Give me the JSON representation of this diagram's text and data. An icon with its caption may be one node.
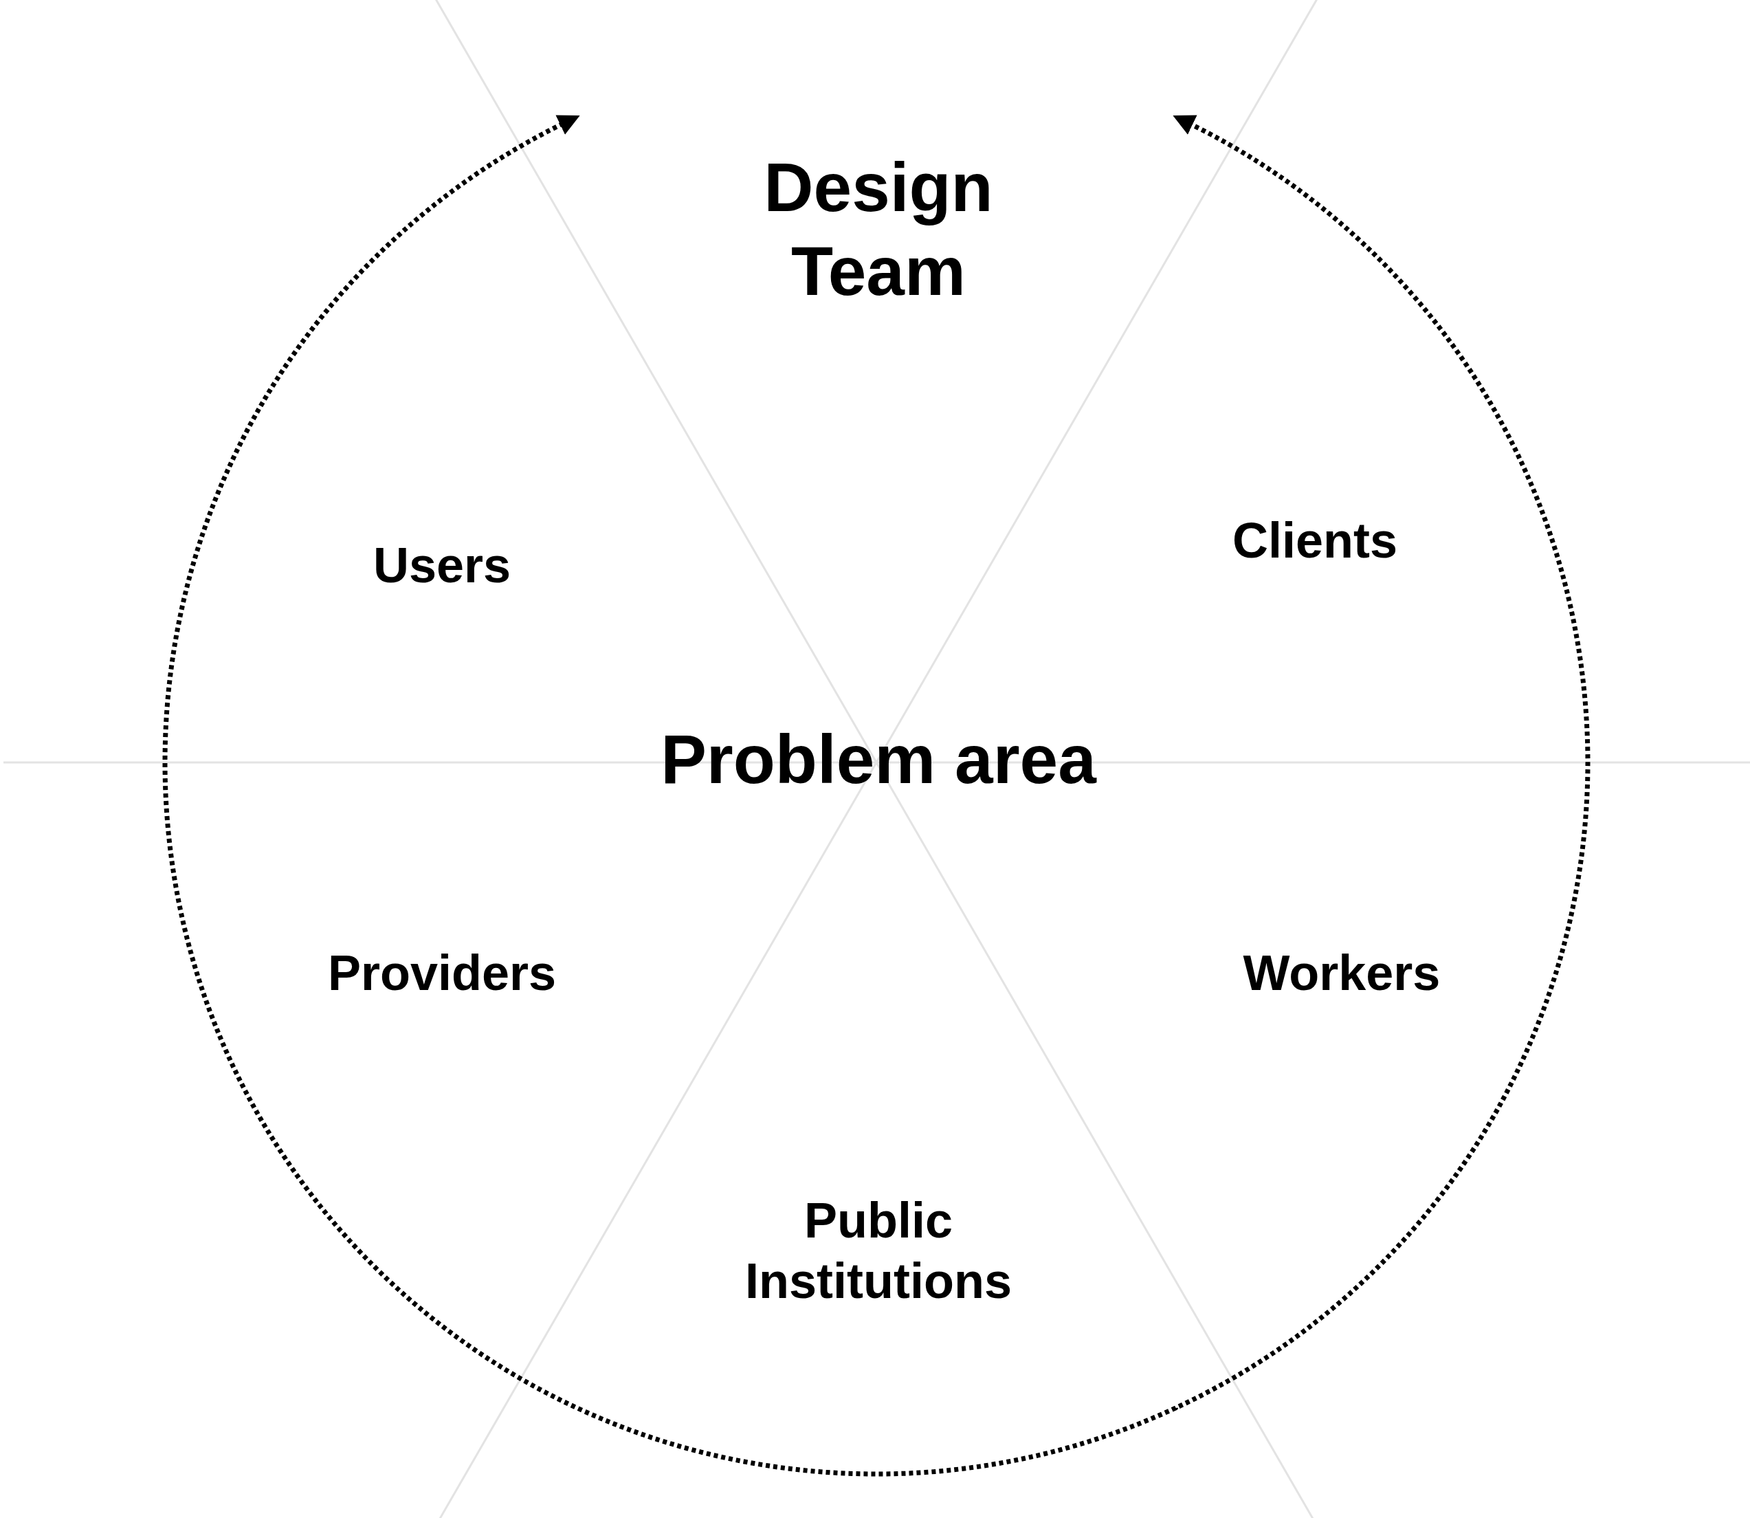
{
  "diagram": {
    "labels": [
      "Design Team",
      "Users",
      "Clients",
      "Problem area",
      "Providers",
      "Workers",
      "Public Institutions"
    ]
  }
}
